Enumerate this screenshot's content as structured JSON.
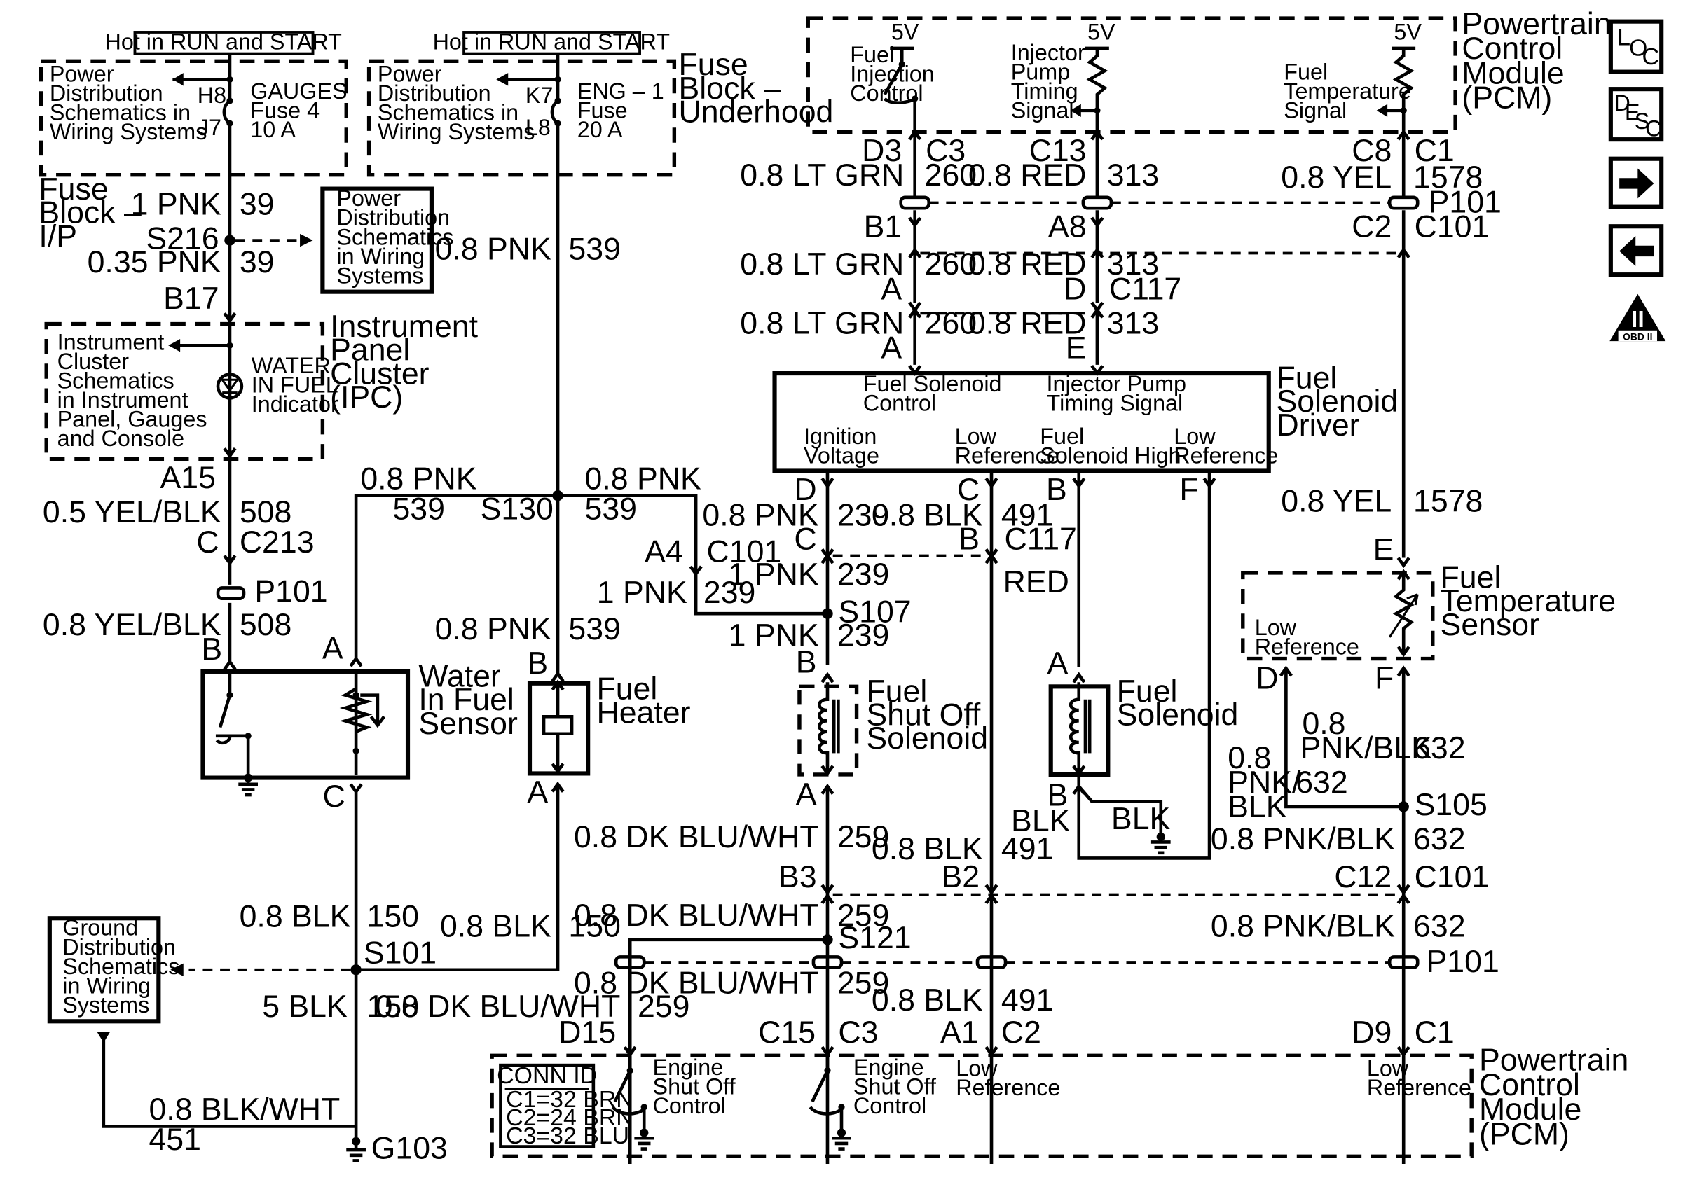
{
  "hot_labels": [
    "Hot in RUN and START",
    "Hot in RUN and START"
  ],
  "fuse_block_ip": {
    "title": [
      "Fuse",
      "Block –",
      "I/P"
    ],
    "ref": [
      "Power",
      "Distribution",
      "Schematics in",
      "Wiring Systems"
    ],
    "fuse": [
      "GAUGES",
      "Fuse 4",
      "10 A"
    ],
    "pins": [
      "H8",
      "J7"
    ]
  },
  "fuse_block_uh": {
    "title": [
      "Fuse",
      "Block –",
      "Underhood"
    ],
    "ref": [
      "Power",
      "Distribution",
      "Schematics in",
      "Wiring Systems"
    ],
    "fuse": [
      "ENG – 1",
      "Fuse",
      "20 A"
    ],
    "pins": [
      "K7",
      "L8"
    ]
  },
  "splice_ref": [
    "Power",
    "Distribution",
    "Schematics",
    "in Wiring",
    "Systems"
  ],
  "ipc": {
    "title": [
      "Instrument",
      "Panel",
      "Cluster",
      "(IPC)"
    ],
    "ref": [
      "Instrument",
      "Cluster",
      "Schematics",
      "in Instrument",
      "Panel, Gauges",
      "and Console"
    ],
    "indicator": [
      "WATER",
      "IN FUEL",
      "Indicator"
    ]
  },
  "pcm_top": {
    "title": [
      "Powertrain",
      "Control",
      "Module",
      "(PCM)"
    ],
    "v5": "5V",
    "fic": [
      "Fuel",
      "Injection",
      "Control"
    ],
    "ipts": [
      "Injector",
      "Pump",
      "Timing",
      "Signal"
    ],
    "fts": [
      "Fuel",
      "Temperature",
      "Signal"
    ]
  },
  "fsd": {
    "title": [
      "Fuel",
      "Solenoid",
      "Driver"
    ],
    "top": [
      "Fuel Solenoid",
      "Control",
      "Injector Pump",
      "Timing Signal"
    ],
    "bottom": [
      "Ignition",
      "Voltage",
      "Low",
      "Reference",
      "Fuel",
      "Solenoid High",
      "Low",
      "Reference"
    ]
  },
  "wif": [
    "Water",
    "In Fuel",
    "Sensor"
  ],
  "heater": [
    "Fuel",
    "Heater"
  ],
  "shutoff": [
    "Fuel",
    "Shut Off",
    "Solenoid"
  ],
  "solenoid": [
    "Fuel",
    "Solenoid"
  ],
  "fts": {
    "title": [
      "Fuel",
      "Temperature",
      "Sensor"
    ],
    "low": [
      "Low",
      "Reference"
    ]
  },
  "ground_ref": [
    "Ground",
    "Distribution",
    "Schematics",
    "in Wiring",
    "Systems"
  ],
  "pcm_bottom": {
    "title": [
      "Powertrain",
      "Control",
      "Module",
      "(PCM)"
    ],
    "conn_title": "CONN ID",
    "conn": [
      "C1=32 BRN",
      "C2=24 BRN",
      "C3=32 BLU"
    ],
    "esc": [
      "Engine",
      "Shut Off",
      "Control"
    ],
    "low": [
      "Low",
      "Reference"
    ]
  },
  "wire_labels": {
    "w39a": "1 PNK",
    "n39": "39",
    "w39b": "0.35 PNK",
    "s216": "S216",
    "b17": "B17",
    "a15": "A15",
    "w508a": "0.5 YEL/BLK",
    "n508": "508",
    "c213c": "C",
    "c213": "C213",
    "p101": "P101",
    "w508b": "0.8 YEL/BLK",
    "pinB": "B",
    "pinA": "A",
    "pinC": "C",
    "w539": "0.8 PNK",
    "n539": "539",
    "s130": "S130",
    "w150": "0.8 BLK",
    "n150": "150",
    "s101": "S101",
    "w150b": "5 BLK",
    "w451": "0.8 BLK/WHT",
    "n451": "451",
    "g103": "G103",
    "d3": "D3",
    "c3": "C3",
    "w260": "0.8 LT GRN",
    "n260": "260",
    "c13": "C13",
    "w313": "0.8 RED",
    "n313": "313",
    "c8": "C8",
    "c1": "C1",
    "w1578": "0.8 YEL",
    "n1578": "1578",
    "b1": "B1",
    "a8": "A8",
    "c2": "C2",
    "c101": "C101",
    "d": "D",
    "c117": "C117",
    "e": "E",
    "a4": "A4",
    "w239a": "1 PNK",
    "n239": "239",
    "w239b": "0.8 PNK",
    "s107": "S107",
    "w491": "0.8 BLK",
    "n491": "491",
    "red": "RED",
    "f": "F",
    "blk": "BLK",
    "w259": "0.8 DK BLU/WHT",
    "n259": "259",
    "b3": "B3",
    "b2": "B2",
    "s121": "S121",
    "d15": "D15",
    "c15": "C15",
    "a1": "A1",
    "d9": "D9",
    "w632": "0.8",
    "w632b": "PNK/BLK",
    "n632": "632",
    "w632c": "0.8",
    "w632d": "PNK/",
    "w632e": "BLK",
    "s105": "S105",
    "w632f": "0.8 PNK/BLK",
    "c12": "C12"
  },
  "nav_icons": [
    "LOC",
    "DESC",
    "next-arrow",
    "prev-arrow",
    "OBD II"
  ],
  "nav_text": {
    "loc_l": "L",
    "loc_o": "O",
    "loc_c": "C",
    "desc_d": "D",
    "desc_e": "E",
    "desc_s": "S",
    "desc_c": "C",
    "obd_ii": "II",
    "obd": "OBD II"
  }
}
